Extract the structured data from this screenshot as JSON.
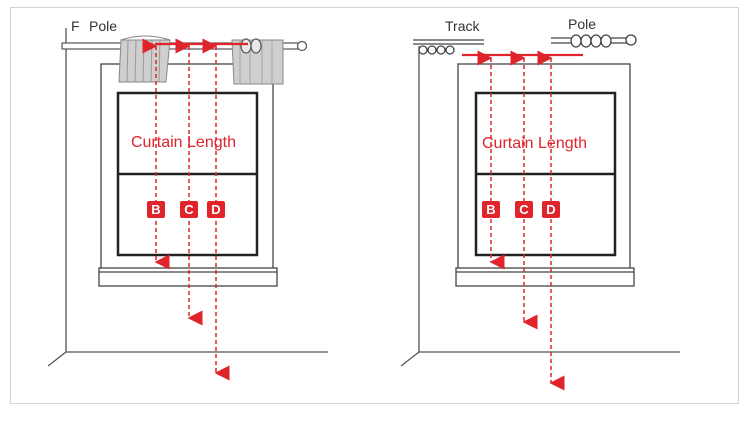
{
  "left_panel": {
    "pole_label": "Pole",
    "pole_prefix": "F",
    "length_label": "Curtain Length",
    "badges": [
      "B",
      "C",
      "D"
    ]
  },
  "right_panel": {
    "track_label": "Track",
    "pole_label": "Pole",
    "length_label": "Curtain Length",
    "badges": [
      "B",
      "C",
      "D"
    ]
  },
  "colors": {
    "accent_red": "#e0242b",
    "line_dark": "#222222",
    "wall_gray": "#555555",
    "curtain_gray": "#c8c8c8"
  }
}
